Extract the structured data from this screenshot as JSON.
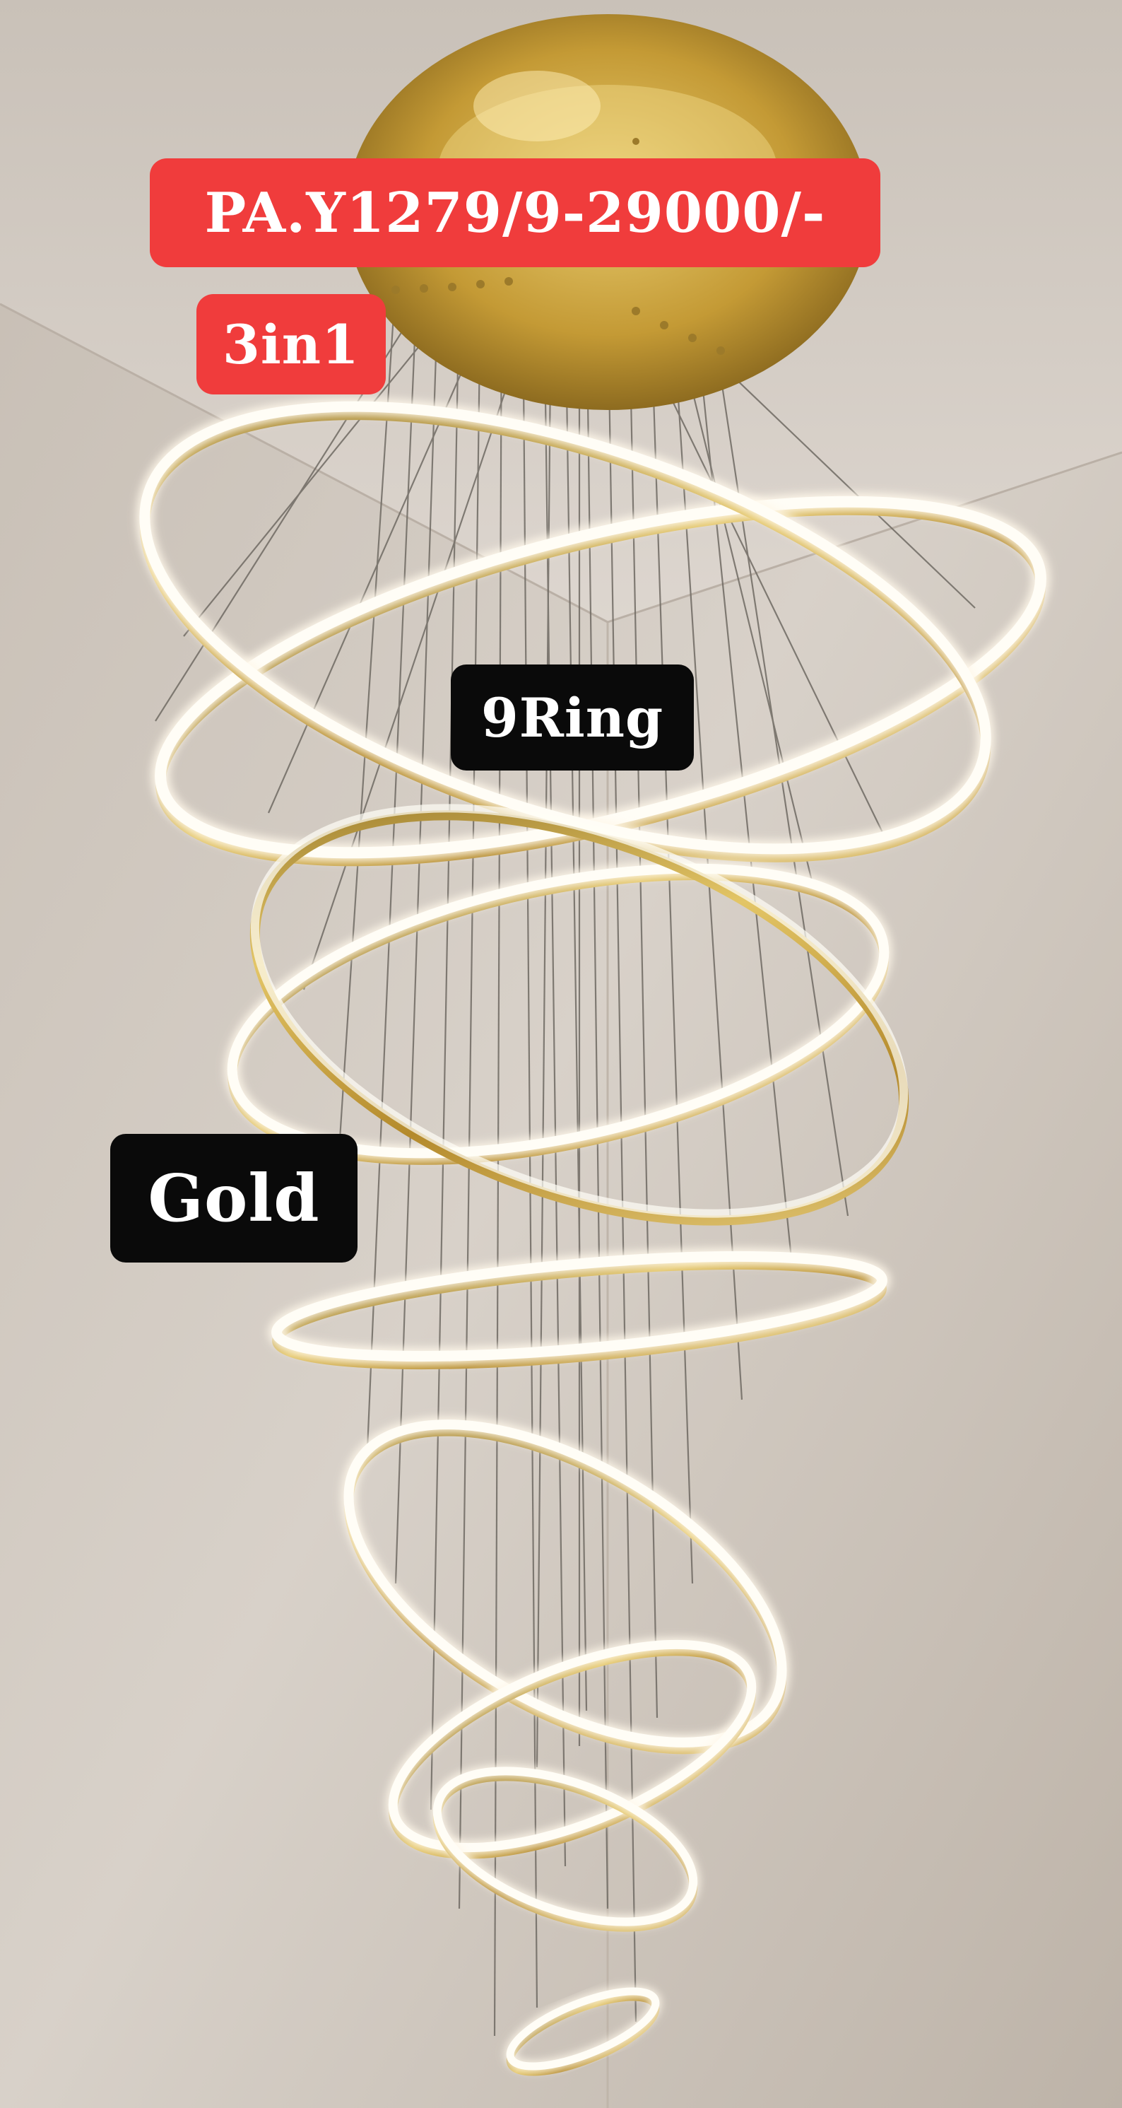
{
  "labels": {
    "model_price": "PA.Y1279/9-29000/-",
    "config": "3in1",
    "ring_count": "9Ring",
    "finish": "Gold"
  },
  "colors": {
    "price_badge": "#f03c3c",
    "info_badge": "#0a0a0a",
    "badge_text": "#ffffff",
    "gold": "#c9a23a",
    "led": "#fffaf0",
    "wall": "#cfc7be"
  }
}
